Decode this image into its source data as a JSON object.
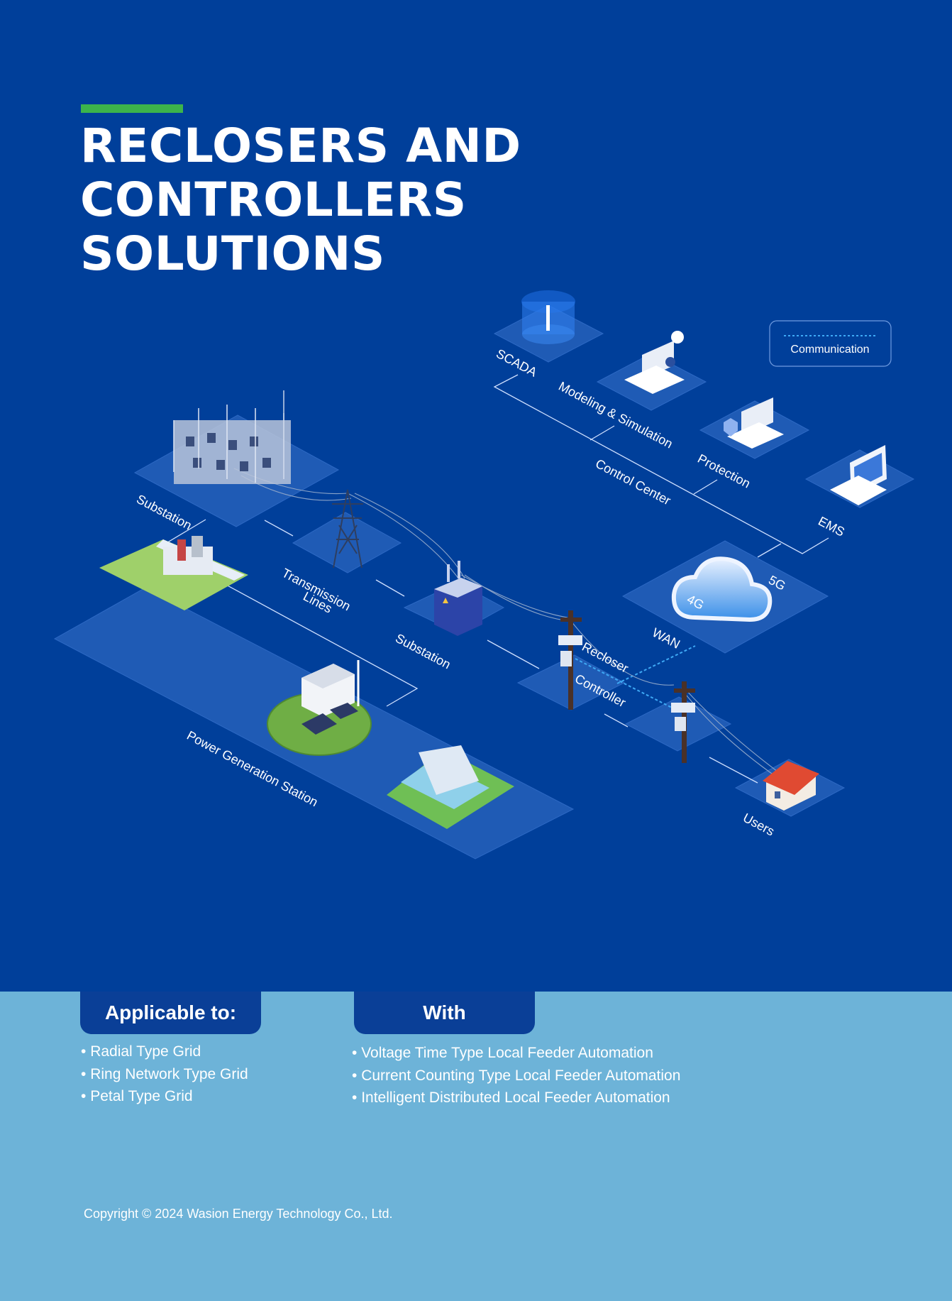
{
  "title": {
    "line1": "RECLOSERS AND CONTROLLERS",
    "line2": "SOLUTIONS"
  },
  "colors": {
    "background": "#003f9a",
    "accent": "#3cb44b",
    "lower_panel": "#6db3d8",
    "platform": "#1a55ad",
    "communication_line": "#3ea9f5"
  },
  "legend": {
    "label": "Communication"
  },
  "diagram": {
    "labels": {
      "scada": "SCADA",
      "modeling": "Modeling & Simulation",
      "control_center": "Control Center",
      "protection": "Protection",
      "ems": "EMS",
      "substation_left": "Substation",
      "transmission_1": "Transmission",
      "transmission_2": "Lines",
      "substation_mid": "Substation",
      "recloser": "Recloser",
      "controller": "Controller",
      "wan": "WAN",
      "net_5g": "5G",
      "net_4g": "4G",
      "power_station": "Power Generation Station",
      "users": "Users"
    }
  },
  "applicable": {
    "heading": "Applicable to:",
    "items": [
      "Radial Type Grid",
      "Ring Network Type Grid",
      "Petal Type Grid"
    ]
  },
  "with": {
    "heading": "With",
    "items": [
      "Voltage Time Type Local Feeder Automation",
      "Current Counting Type Local Feeder Automation",
      "Intelligent Distributed Local Feeder Automation"
    ]
  },
  "footer": {
    "copyright": "Copyright © 2024 Wasion Energy Technology Co., Ltd."
  }
}
